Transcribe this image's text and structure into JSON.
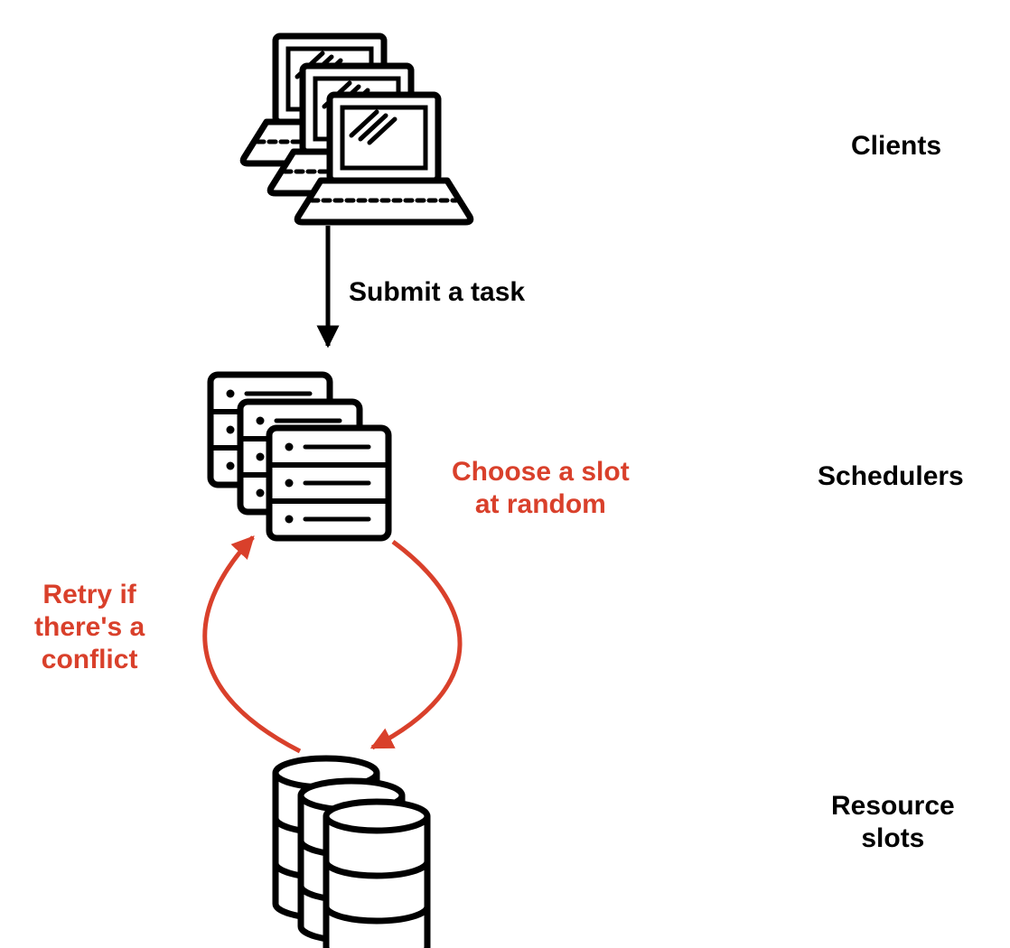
{
  "tiers": {
    "clients": "Clients",
    "schedulers": "Schedulers",
    "resource_slots": [
      "Resource",
      "slots"
    ]
  },
  "edges": {
    "submit": "Submit a task",
    "choose": [
      "Choose a slot",
      "at random"
    ],
    "retry": [
      "Retry if",
      "there's a",
      "conflict"
    ]
  },
  "icons": {
    "clients": "laptop-icon",
    "schedulers": "server-icon",
    "resource_slots": "database-icon"
  },
  "colors": {
    "ink": "#000000",
    "accent": "#d9402b"
  }
}
